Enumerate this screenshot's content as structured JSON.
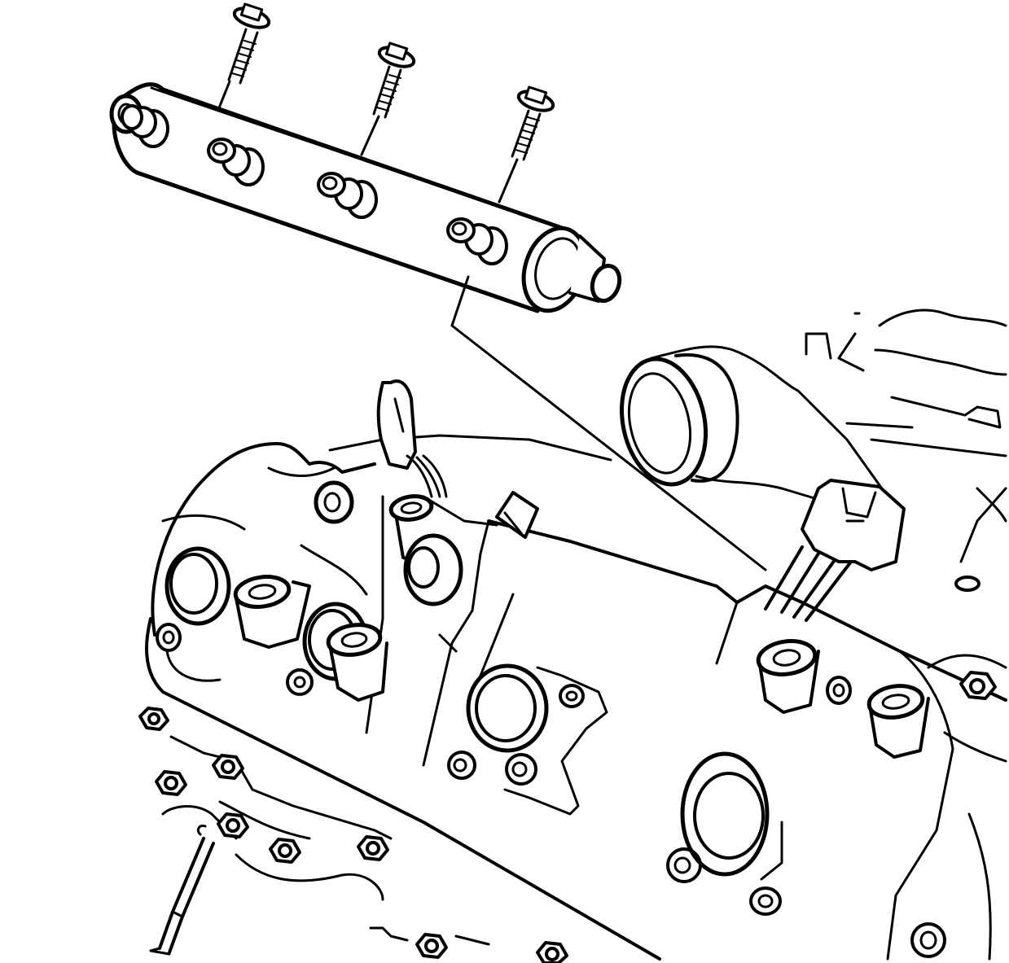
{
  "diagram": {
    "style": "black line-art exploded view",
    "colors": {
      "ink": "#000000",
      "background": "#ffffff"
    },
    "components": [
      "fuel-rail",
      "fuel-rail-bolt",
      "fuel-injector",
      "intake-manifold",
      "throttle-body-inlet",
      "electrical-connector",
      "wiring-harness",
      "hex-nut"
    ]
  }
}
